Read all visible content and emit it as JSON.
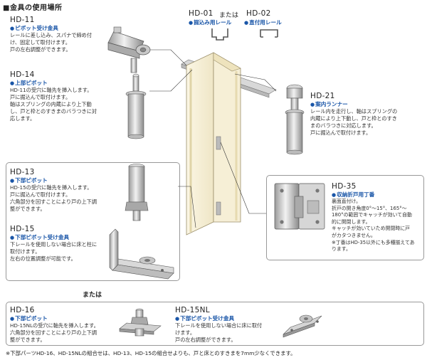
{
  "header": "■金具の使用場所",
  "rails": {
    "hd01": "HD-01",
    "or_label": "または",
    "hd02": "HD-02",
    "hd01_name": "掘込み用レール",
    "hd02_name": "直付用レール"
  },
  "parts": {
    "hd11": {
      "code": "HD-11",
      "name": "ピボット受け金具",
      "desc": [
        "レールに差し込み、スパナで締め付",
        "け、固定して取付けます。",
        "戸の左右調整ができます。"
      ]
    },
    "hd14": {
      "code": "HD-14",
      "name": "上部ピボット",
      "desc": [
        "HD-11の受穴に軸先を挿入します。",
        "戸に掘込んで取付けます。",
        "軸はスプリングの内蔵により上下動",
        "し、戸と枠とのすきまのバラつきに対",
        "応します。"
      ]
    },
    "hd21": {
      "code": "HD-21",
      "name": "案内ランナー",
      "desc": [
        "レール内を走行し、軸はスプリングの",
        "内蔵により上下動し、戸と枠とのすき",
        "まのバラつきに対応します。",
        "戸に掘込んで取付けます。"
      ]
    },
    "hd13": {
      "code": "HD-13",
      "name": "下部ピボット",
      "desc": [
        "HD-15の受穴に軸先を挿入します。",
        "戸に掘込んで取付けます。",
        "六角部分を回すことにより戸の上下調",
        "整ができます。"
      ]
    },
    "hd15": {
      "code": "HD-15",
      "name": "下部ピボット受け金具",
      "desc": [
        "下レールを使用しない場合に床と柱に",
        "取付けます。",
        "左右の位置調整が可能です。"
      ]
    },
    "hd35": {
      "code": "HD-35",
      "name": "収納折戸用丁番",
      "desc": [
        "裏面直付け。",
        "折戸の開き角度0°〜15°、165°〜",
        "180°の範囲でキャッチが効いて自動",
        "的に開閉します。",
        "キャッチが効いていため開閉時に戸",
        "がカタつきません。",
        "※丁番はHD-35以外にも多種揃えてあ",
        "ります。"
      ]
    },
    "hd16": {
      "code": "HD-16",
      "name": "下部ピボット",
      "desc": [
        "HD-15NLの受穴に軸先を挿入します。",
        "六角部分を回すことにより戸の上下調",
        "整ができます。"
      ]
    },
    "hd15nl": {
      "code": "HD-15NL",
      "name": "下部ピボット受け金具",
      "desc": [
        "下レールを使用しない場合に床に取付",
        "けます。",
        "戸の左右調整ができます。"
      ]
    }
  },
  "or_between": "または",
  "footnote": "※下部パーツHD-16、HD-15NLの組合せは、HD-13、HD-15の組合せよりも、戸と床とのすきまを7mm少なくできます。"
}
